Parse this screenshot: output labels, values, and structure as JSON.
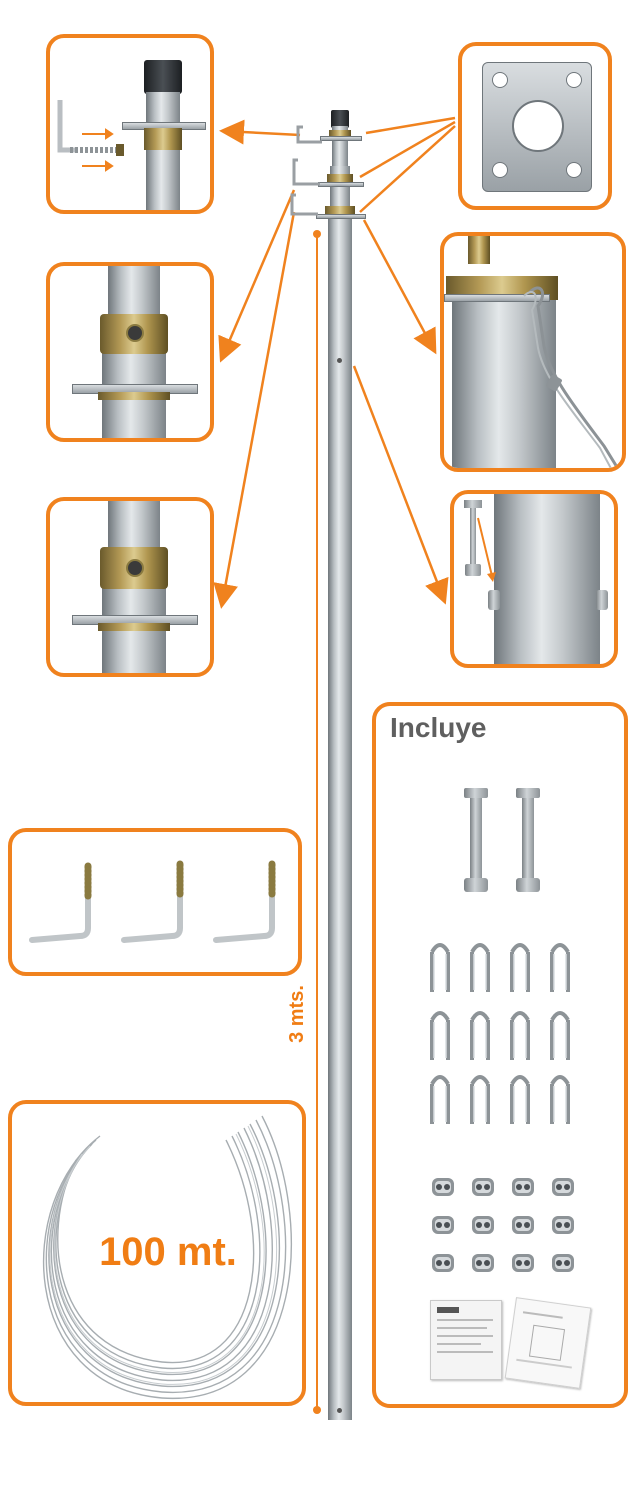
{
  "length_label": "3 mts.",
  "wire_label": "100 mt.",
  "includes_title": "Incluye",
  "colors": {
    "accent": "#f0821e",
    "label_text": "#f07d14",
    "title_text": "#5f5f5f",
    "pipe_metal": "#b9bfc3",
    "brass": "#b49a56"
  }
}
